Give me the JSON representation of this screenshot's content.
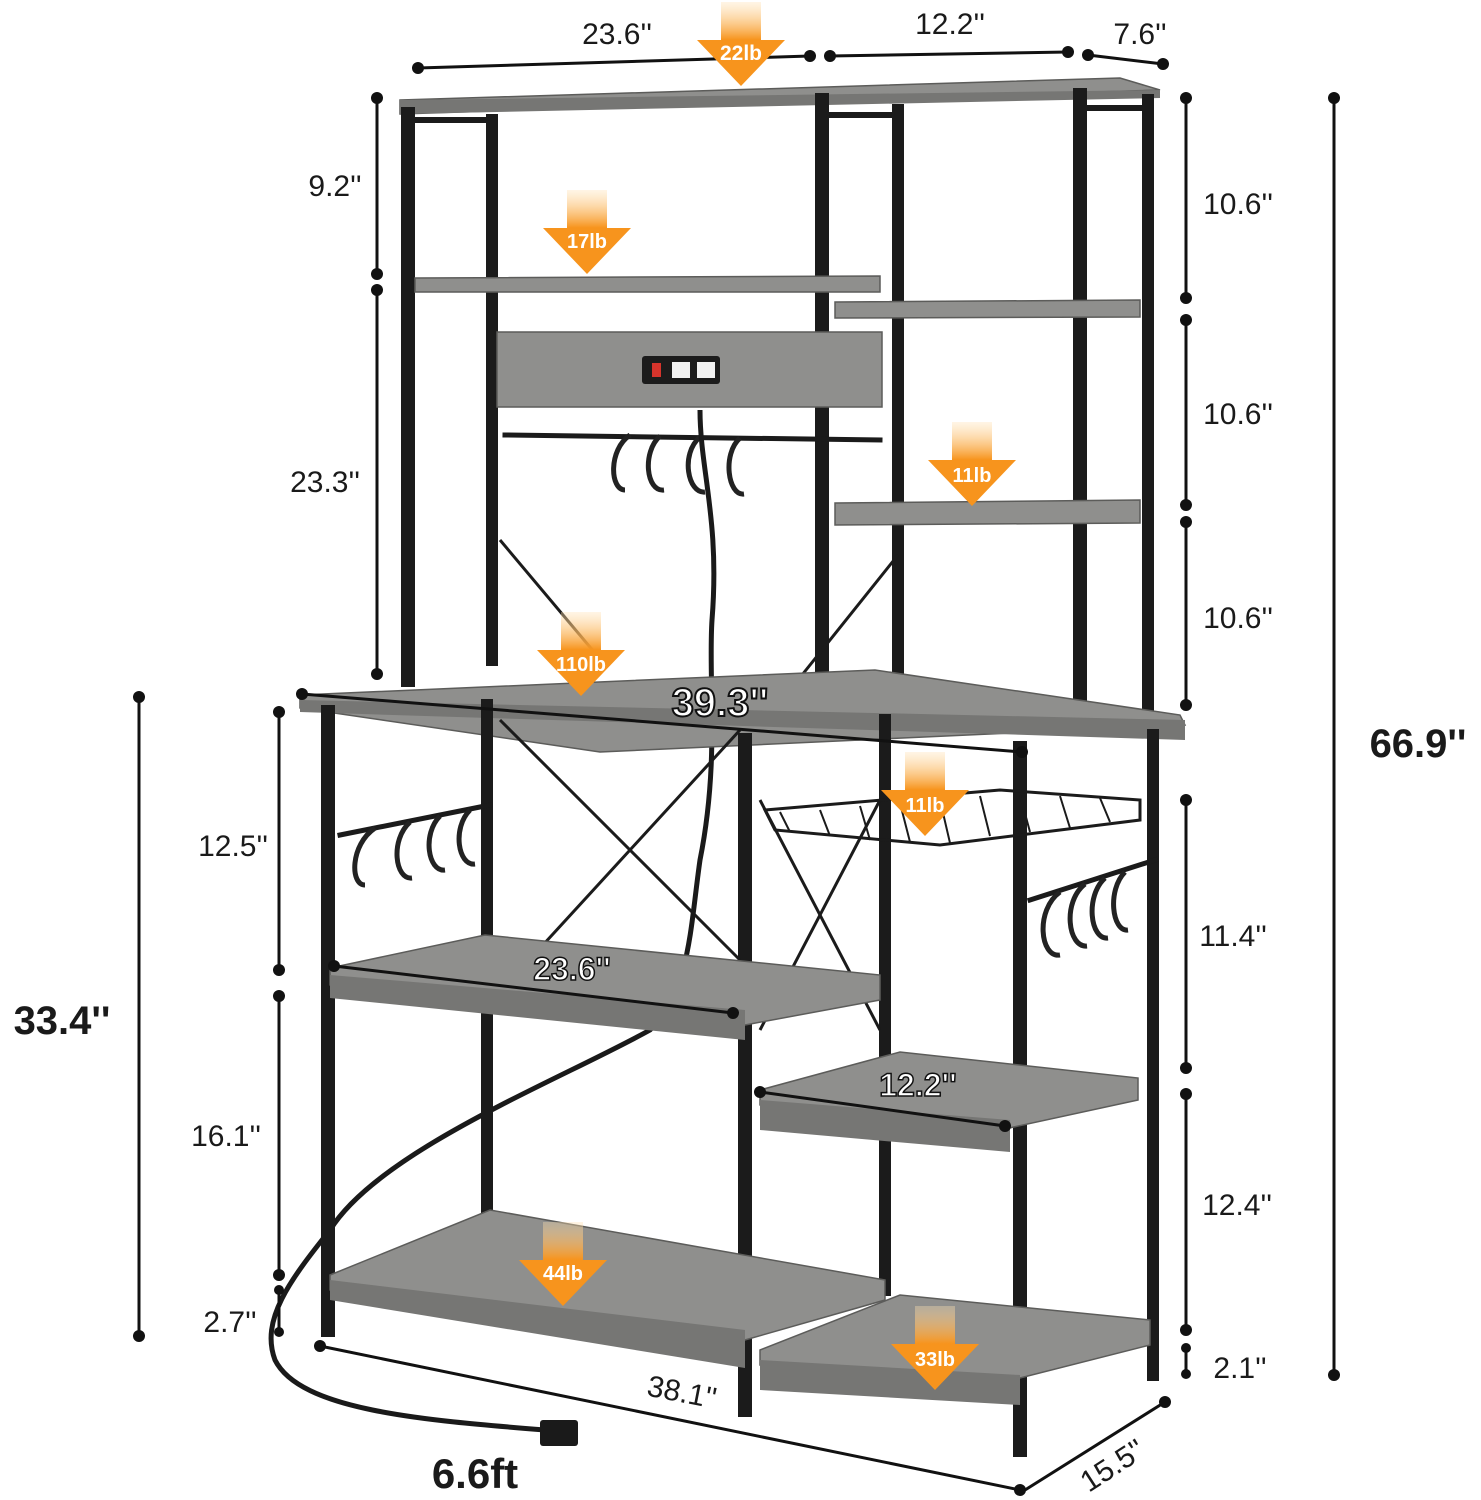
{
  "top": {
    "width_main": "23.6''",
    "width_side": "12.2''",
    "depth_top": "7.6''"
  },
  "hutch_left": {
    "top_gap": "9.2''",
    "lower_gap": "23.3''"
  },
  "hutch_right": {
    "gap_1": "10.6''",
    "gap_2": "10.6''",
    "gap_3": "10.6''"
  },
  "total_height": "66.9''",
  "desk": {
    "width": "39.3''",
    "height": "33.4''"
  },
  "base_left": {
    "upper_gap": "12.5''",
    "middle_gap": "16.1''",
    "bottom_clearance": "2.7''",
    "shelf_width": "23.6''"
  },
  "base_right": {
    "upper_gap": "11.4''",
    "middle_gap": "12.4''",
    "bottom_clearance": "2.1''",
    "shelf_width": "12.2''"
  },
  "footprint": {
    "width": "38.1''",
    "depth": "15.5''"
  },
  "cord_length": "6.6ft",
  "loads": {
    "top": "22lb",
    "hutch_shelf": "17lb",
    "hutch_side_shelf": "11lb",
    "desk": "110lb",
    "basket": "11lb",
    "bottom_left": "44lb",
    "bottom_right": "33lb"
  },
  "colors": {
    "arrow_orange": "#f7941d",
    "frame_black": "#1b1b1b",
    "wood_gray": "#8f8f8d"
  }
}
